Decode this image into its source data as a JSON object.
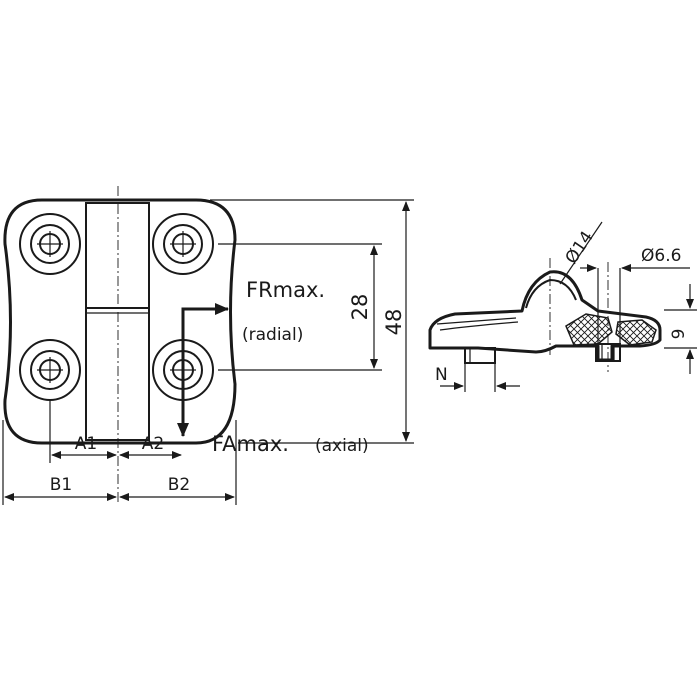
{
  "labels": {
    "dim_48": "48",
    "dim_28": "28",
    "a1": "A1",
    "a2": "A2",
    "b1": "B1",
    "b2": "B2",
    "fr_max": "FRmax.",
    "radial": "(radial)",
    "fa_max": "FAmax.",
    "axial": "(axial)",
    "dia_14": "Ø14",
    "dia_6_6": "Ø6.6",
    "dim_9": "9",
    "n": "N"
  }
}
